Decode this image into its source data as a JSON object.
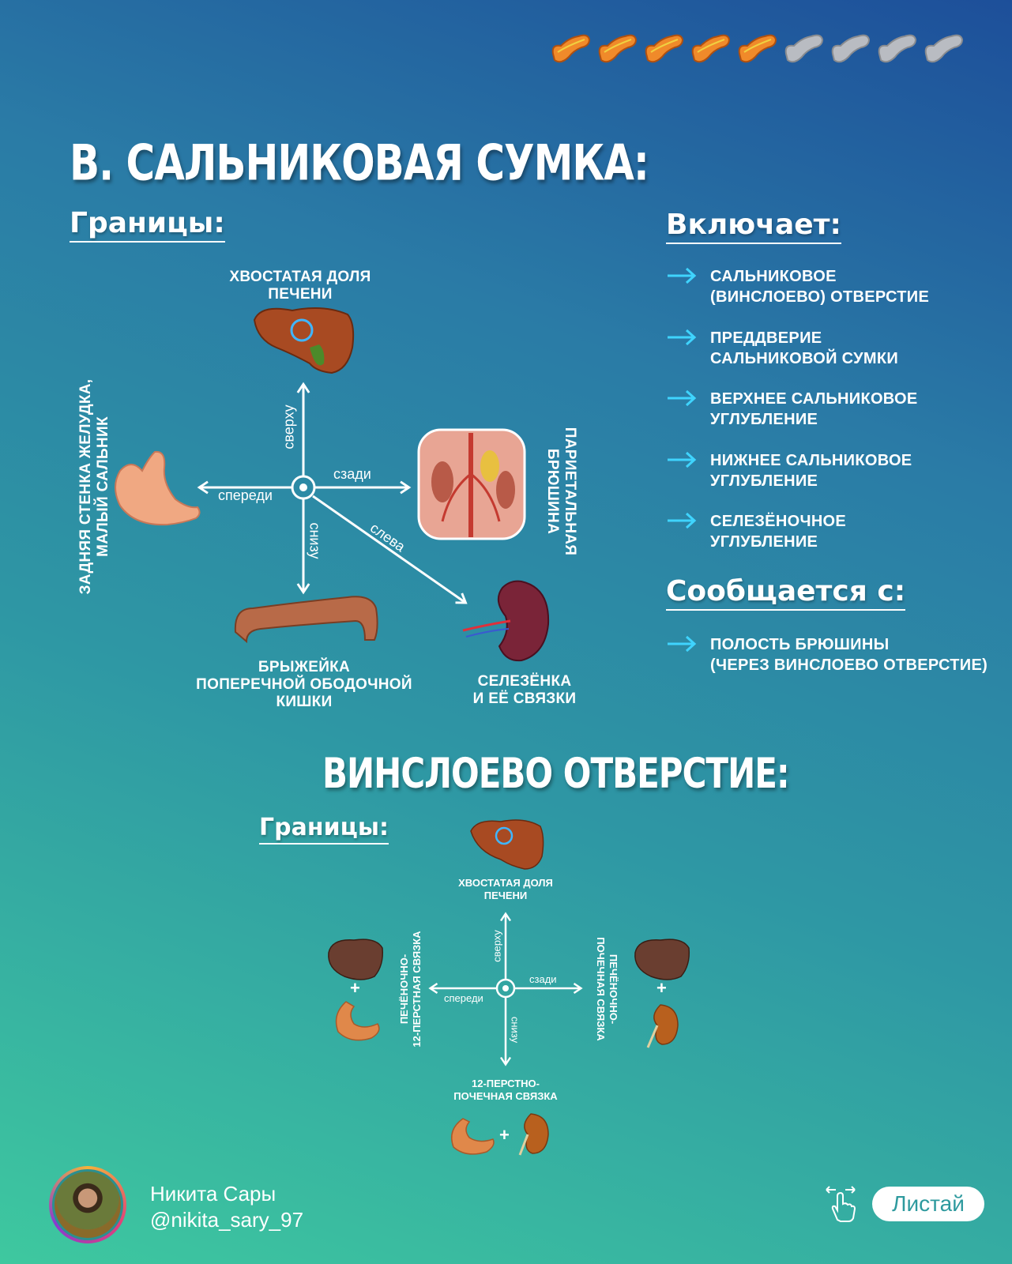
{
  "progress": {
    "filled": 5,
    "total": 9,
    "icon": "pancreas-icon"
  },
  "main_title": "В. САЛЬНИКОВАЯ СУМКА:",
  "boundaries1": {
    "heading": "Границы:",
    "top_label": [
      "ХВОСТАТАЯ ДОЛЯ",
      "ПЕЧЕНИ"
    ],
    "left_label": [
      "ЗАДНЯЯ СТЕНКА ЖЕЛУДКА,",
      "МАЛЫЙ САЛЬНИК"
    ],
    "right_label": [
      "ПАРИЕТАЛЬНАЯ",
      "БРЮШИНА"
    ],
    "bottom_label": [
      "БРЫЖЕЙКА",
      "ПОПЕРЕЧНОЙ ОБОДОЧНОЙ",
      "КИШКИ"
    ],
    "diag_label": [
      "СЕЛЕЗЁНКА",
      "И ЕЁ СВЯЗКИ"
    ],
    "dir_up": "сверху",
    "dir_left": "спереди",
    "dir_right": "сзади",
    "dir_down": "снизу",
    "dir_diag": "слева"
  },
  "includes": {
    "heading": "Включает:",
    "items": [
      [
        "САЛЬНИКОВОЕ",
        "(ВИНСЛОЕВО) ОТВЕРСТИЕ"
      ],
      [
        "ПРЕДДВЕРИЕ",
        "САЛЬНИКОВОЙ СУМКИ"
      ],
      [
        "ВЕРХНЕЕ САЛЬНИКОВОЕ",
        "УГЛУБЛЕНИЕ"
      ],
      [
        "НИЖНЕЕ САЛЬНИКОВОЕ",
        "УГЛУБЛЕНИЕ"
      ],
      [
        "СЕЛЕЗЁНОЧНОЕ",
        "УГЛУБЛЕНИЕ"
      ]
    ]
  },
  "communicates": {
    "heading": "Сообщается с:",
    "items": [
      [
        "ПОЛОСТЬ БРЮШИНЫ",
        "(ЧЕРЕЗ ВИНСЛОЕВО ОТВЕРСТИЕ)"
      ]
    ]
  },
  "winslow_title": "ВИНСЛОЕВО ОТВЕРСТИЕ:",
  "boundaries2": {
    "heading": "Границы:",
    "top_label": [
      "ХВОСТАТАЯ ДОЛЯ",
      "ПЕЧЕНИ"
    ],
    "left_label": [
      "ПЕЧЁНОЧНО-",
      "12-ПЕРСТНАЯ СВЯЗКА"
    ],
    "right_label": [
      "ПЕЧЁНОЧНО-",
      "ПОЧЕЧНАЯ СВЯЗКА"
    ],
    "bottom_label": [
      "12-ПЕРСТНО-",
      "ПОЧЕЧНАЯ СВЯЗКА"
    ],
    "dir_up": "сверху",
    "dir_left": "спереди",
    "dir_right": "сзади",
    "dir_down": "снизу",
    "plus": "+"
  },
  "author": {
    "name": "Никита Сары",
    "handle": "@nikita_sary_97"
  },
  "swipe_label": "Листай",
  "colors": {
    "arrow_accent": "#3fd4ff",
    "pancreas_filled": "#f08a2a",
    "pancreas_empty": "#b9bcc2"
  }
}
